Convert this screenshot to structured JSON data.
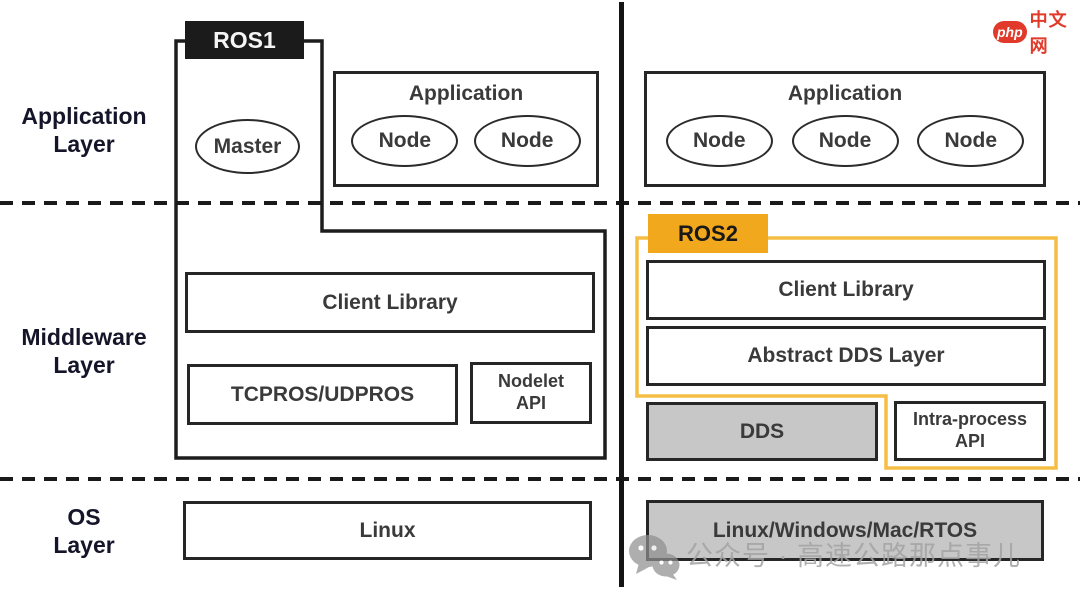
{
  "layer_labels": {
    "application": {
      "line1": "Application",
      "line2": "Layer"
    },
    "middleware": {
      "line1": "Middleware",
      "line2": "Layer"
    },
    "os": {
      "line1": "OS",
      "line2": "Layer"
    }
  },
  "ros1": {
    "badge": "ROS1",
    "master": "Master",
    "app_title": "Application",
    "nodes": [
      "Node",
      "Node"
    ],
    "client_library": "Client Library",
    "transport": "TCPROS/UDPROS",
    "nodelet": {
      "line1": "Nodelet",
      "line2": "API"
    },
    "os_box": "Linux"
  },
  "ros2": {
    "badge": "ROS2",
    "app_title": "Application",
    "nodes": [
      "Node",
      "Node",
      "Node"
    ],
    "client_library": "Client Library",
    "abstract_dds": "Abstract DDS Layer",
    "dds": "DDS",
    "intra_process": {
      "line1": "Intra-process",
      "line2": "API"
    },
    "os_box": "Linux/Windows/Mac/RTOS"
  },
  "watermark": {
    "icon": "wechat-icon",
    "text": "公众号 · 高速公路那点事儿"
  },
  "site_logo": {
    "badge": "php",
    "text": "中文网"
  },
  "colors": {
    "ros1_badge": "#1B1B1B",
    "ros2_badge": "#F1A81C",
    "ros2_outline": "#F6BD45",
    "gray_box": "#C7C7C7",
    "logo_red": "#E23A2A",
    "line_black": "#1A1A1A"
  }
}
